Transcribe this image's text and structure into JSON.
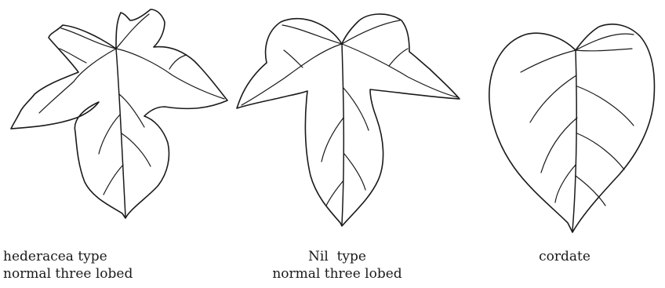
{
  "figure": {
    "leaves": [
      {
        "id": "hederacea",
        "icon": "three-lobed-leaf-icon",
        "caption_lines": [
          "hederacea type",
          "normal three lobed"
        ]
      },
      {
        "id": "nil",
        "icon": "three-lobed-leaf-icon",
        "caption_lines": [
          "Nil  type",
          "normal three lobed"
        ]
      },
      {
        "id": "cordate",
        "icon": "heart-shaped-leaf-icon",
        "caption_lines": [
          "cordate"
        ]
      }
    ]
  }
}
